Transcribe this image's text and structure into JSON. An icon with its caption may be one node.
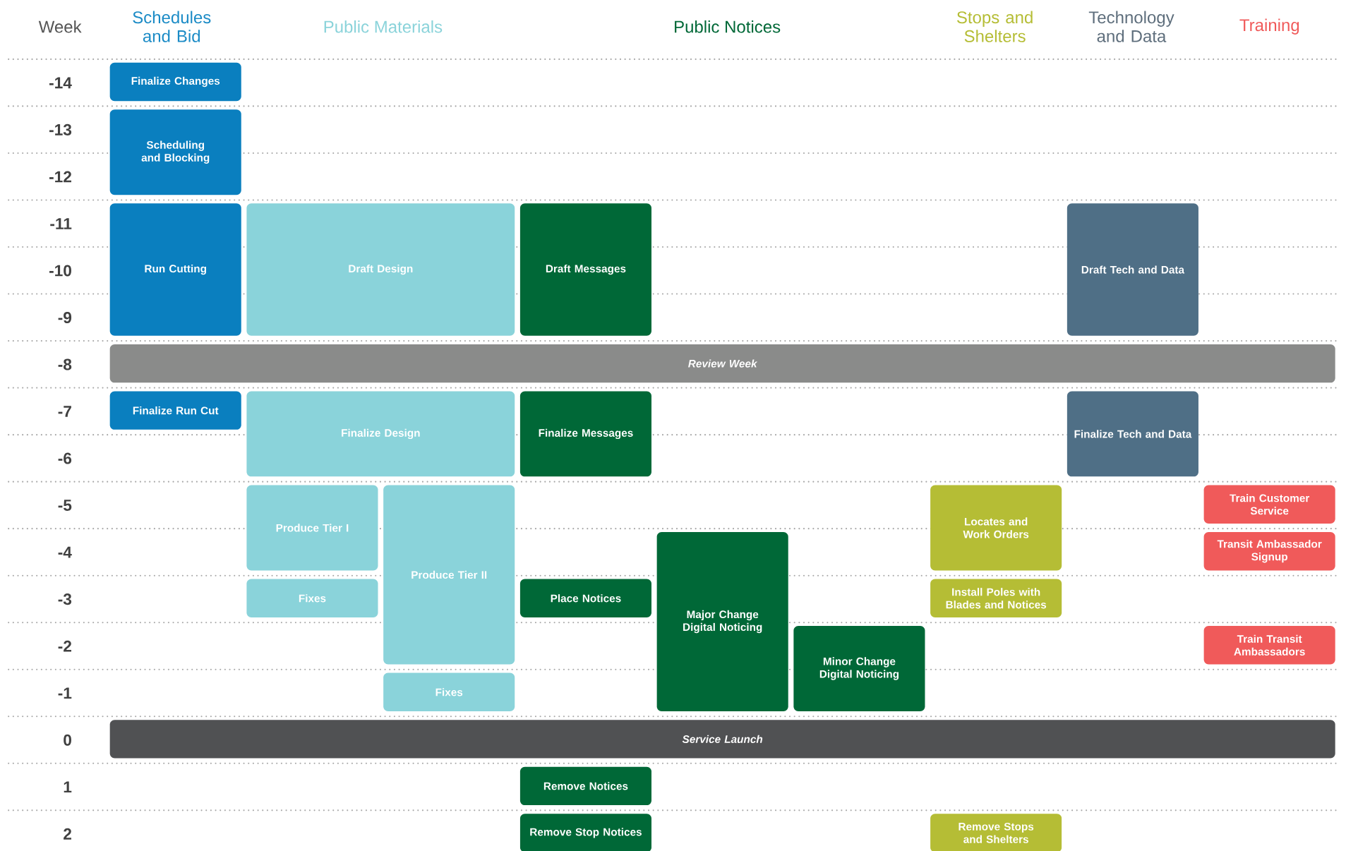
{
  "diagram": {
    "nodes": [
      {
        "text": [
          "Finalize Changes"
        ]
      },
      {
        "text": [
          "Scheduling and Blocking"
        ]
      },
      {
        "text": [
          "Run Cutting"
        ]
      },
      {
        "text": [
          "Draft Design"
        ]
      },
      {
        "text": [
          "Draft Messages"
        ]
      },
      {
        "text": [
          "Draft Tech and Data"
        ]
      },
      {
        "text": [
          "Review Week"
        ]
      },
      {
        "text": [
          "Finalize Run Cut"
        ]
      },
      {
        "text": [
          "Finalize Design"
        ]
      },
      {
        "text": [
          "Finalize Messages"
        ]
      },
      {
        "text": [
          "Finalize Tech and Data"
        ]
      },
      {
        "text": [
          "Produce Tier I"
        ]
      },
      {
        "text": [
          "Produce Tier II"
        ]
      },
      {
        "text": [
          "Locates and Work Orders"
        ]
      },
      {
        "text": [
          "Train Customer Service"
        ]
      },
      {
        "text": [
          "Major Change Digital Noticing"
        ]
      },
      {
        "text": [
          "Transit Ambassador Signup"
        ]
      },
      {
        "text": [
          "Fixes"
        ]
      },
      {
        "text": [
          "Place Notices"
        ]
      },
      {
        "text": [
          "Install Poles with Blades and Notices"
        ]
      },
      {
        "text": [
          "Minor Change Digital Noticing"
        ]
      },
      {
        "text": [
          "Train Transit Ambassadors"
        ]
      },
      {
        "text": [
          "Fixes"
        ]
      },
      {
        "text": [
          "Service Launch"
        ]
      },
      {
        "text": [
          "Remove Notices"
        ]
      },
      {
        "text": [
          "Remove Stop Notices"
        ]
      },
      {
        "text": [
          "Remove Stops and Shelters"
        ]
      }
    ],
    "edges": [],
    "labels": [
      "Week",
      "Schedules and Bid",
      "Public Materials",
      "Public Notices",
      "Stops and Shelters",
      "Technology and Data",
      "Training",
      "-14",
      "-13",
      "-12",
      "-11",
      "-10",
      "-9",
      "-8",
      "-7",
      "-6",
      "-5",
      "-4",
      "-3",
      "-2",
      "-1",
      "0",
      "1",
      "2"
    ]
  }
}
